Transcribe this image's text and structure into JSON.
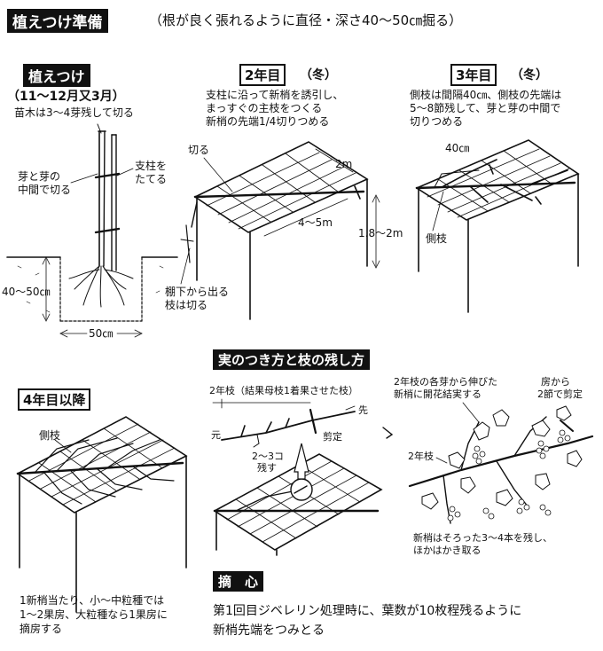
{
  "title": {
    "label": "植えつけ準備",
    "note": "（根が良く張れるように直径・深さ40〜50㎝掘る）"
  },
  "planting": {
    "label": "植えつけ",
    "period": "（11〜12月又3月）",
    "desc": "苗木は3〜4芽残して切る",
    "bud_cut": [
      "芽と芽の",
      "中間で切る"
    ],
    "stake": [
      "支柱を",
      "たてる"
    ],
    "depth": "40〜50㎝",
    "width": "50㎝"
  },
  "year2": {
    "label": "2年目",
    "season": "（冬）",
    "desc": [
      "支柱に沿って新梢を誘引し、",
      "まっすぐの主枝をつくる",
      "新梢の先端1/4切りつめる"
    ],
    "cut": "切る",
    "dim_depth": "2m",
    "dim_length": "4〜5m",
    "dim_height": "1.8〜2m",
    "below_trellis": [
      "棚下から出る",
      "枝は切る"
    ]
  },
  "year3": {
    "label": "3年目",
    "season": "（冬）",
    "desc": [
      "側枝は間隔40㎝、側枝の先端は",
      "5〜8節残して、芽と芽の中間で",
      "切りつめる"
    ],
    "spacing": "40㎝",
    "lateral": "側枝"
  },
  "fruiting": {
    "label": "実のつき方と枝の残し方",
    "mother_branch": "2年枝（結果母枝1着果させた枝）",
    "tip": "先",
    "base": "元",
    "prune": "剪定",
    "keep": [
      "2〜3コ",
      "残す"
    ],
    "bearing": [
      "2年枝の各芽から伸びた",
      "新梢に開花結実する"
    ],
    "cluster_cut": [
      "房から",
      "2節で剪定"
    ],
    "two_year": "2年枝",
    "thin": [
      "新梢はそろった3〜4本を残し、",
      "ほかはかき取る"
    ]
  },
  "year4": {
    "label": "4年目以降",
    "lateral": "側枝",
    "desc": [
      "1新梢当たり、小〜中粒種では",
      "1〜2果房、大粒種なら1果房に",
      "摘房する"
    ]
  },
  "pinching": {
    "label": "摘　心",
    "desc": [
      "第1回目ジベレリン処理時に、葉数が10枚程残るように",
      "新梢先端をつみとる"
    ]
  }
}
